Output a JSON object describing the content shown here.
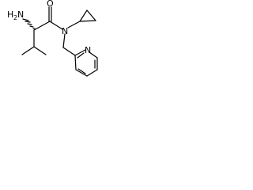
{
  "molecule": {
    "atoms": {
      "amine": "H",
      "amine_subscript": "2",
      "amine_n": "N",
      "carbonyl_o": "O",
      "amide_n": "N",
      "pyridine_n": "N"
    }
  }
}
